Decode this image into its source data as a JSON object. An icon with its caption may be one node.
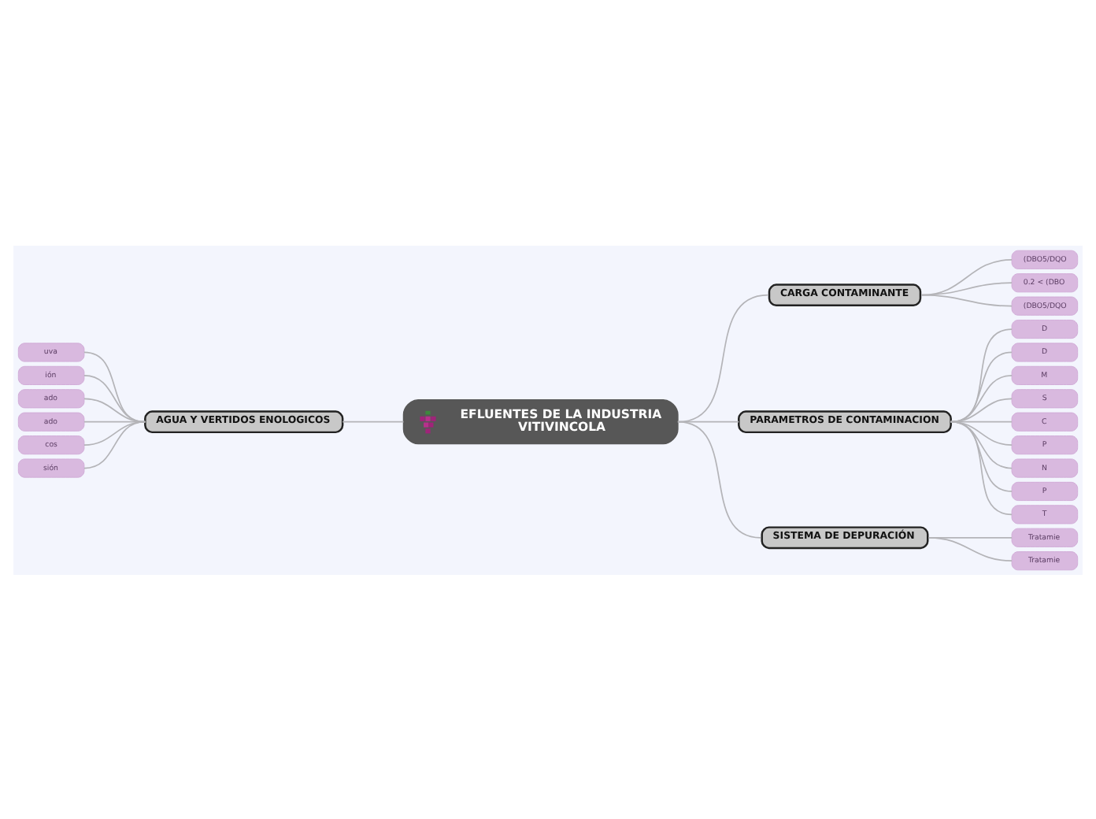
{
  "diagram": {
    "nodes": [
      {
        "text": [
          "EFLUENTES DE LA INDUSTRIA VITIVINCOLA"
        ]
      },
      {
        "text": [
          "CARGA CONTAMINANTE"
        ]
      },
      {
        "text": [
          "(DBO5/DQO"
        ]
      },
      {
        "text": [
          "0.2 < (DBO"
        ]
      },
      {
        "text": [
          "(DBO5/DQO"
        ]
      },
      {
        "text": [
          "PARAMETROS DE CONTAMINACION"
        ]
      },
      {
        "text": [
          "D"
        ]
      },
      {
        "text": [
          "D"
        ]
      },
      {
        "text": [
          "M"
        ]
      },
      {
        "text": [
          "S"
        ]
      },
      {
        "text": [
          "C"
        ]
      },
      {
        "text": [
          "P"
        ]
      },
      {
        "text": [
          "N"
        ]
      },
      {
        "text": [
          "P"
        ]
      },
      {
        "text": [
          "T"
        ]
      },
      {
        "text": [
          "SISTEMA DE DEPURACIÓN"
        ]
      },
      {
        "text": [
          "Tratamie"
        ]
      },
      {
        "text": [
          "Tratamie"
        ]
      },
      {
        "text": [
          "AGUA Y VERTIDOS ENOLOGICOS"
        ]
      },
      {
        "text": [
          "uva"
        ]
      },
      {
        "text": [
          "ión"
        ]
      },
      {
        "text": [
          "ado"
        ]
      },
      {
        "text": [
          "ado"
        ]
      },
      {
        "text": [
          "cos"
        ]
      },
      {
        "text": [
          "sión"
        ]
      }
    ],
    "edges": [
      {
        "from": 0,
        "to": 1,
        "arrow": "none"
      },
      {
        "from": 1,
        "to": 2,
        "arrow": "none"
      },
      {
        "from": 1,
        "to": 3,
        "arrow": "none"
      },
      {
        "from": 1,
        "to": 4,
        "arrow": "none"
      },
      {
        "from": 0,
        "to": 5,
        "arrow": "none"
      },
      {
        "from": 5,
        "to": 6,
        "arrow": "none"
      },
      {
        "from": 5,
        "to": 7,
        "arrow": "none"
      },
      {
        "from": 5,
        "to": 8,
        "arrow": "none"
      },
      {
        "from": 5,
        "to": 9,
        "arrow": "none"
      },
      {
        "from": 5,
        "to": 10,
        "arrow": "none"
      },
      {
        "from": 5,
        "to": 11,
        "arrow": "none"
      },
      {
        "from": 5,
        "to": 12,
        "arrow": "none"
      },
      {
        "from": 5,
        "to": 13,
        "arrow": "none"
      },
      {
        "from": 5,
        "to": 14,
        "arrow": "none"
      },
      {
        "from": 0,
        "to": 15,
        "arrow": "none"
      },
      {
        "from": 15,
        "to": 16,
        "arrow": "none"
      },
      {
        "from": 15,
        "to": 17,
        "arrow": "none"
      },
      {
        "from": 0,
        "to": 18,
        "arrow": "none"
      },
      {
        "from": 18,
        "to": 19,
        "arrow": "none"
      },
      {
        "from": 18,
        "to": 20,
        "arrow": "none"
      },
      {
        "from": 18,
        "to": 21,
        "arrow": "none"
      },
      {
        "from": 18,
        "to": 22,
        "arrow": "none"
      },
      {
        "from": 18,
        "to": 23,
        "arrow": "none"
      },
      {
        "from": 18,
        "to": 24,
        "arrow": "none"
      }
    ]
  }
}
